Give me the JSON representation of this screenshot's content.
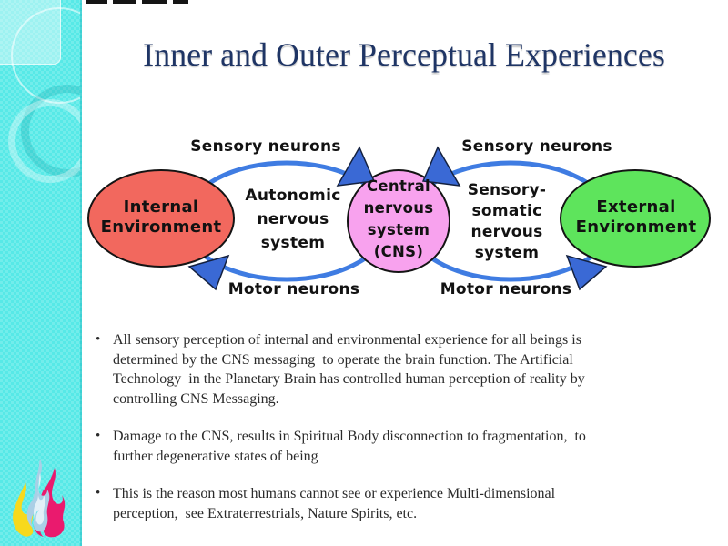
{
  "slide": {
    "title": "Inner and Outer Perceptual Experiences",
    "bullets": [
      {
        "lines": [
          "All sensory perception of internal and environmental experience for all beings is",
          "determined by the CNS messaging  to operate the brain function. The Artificial",
          "Technology  in the Planetary Brain has controlled human perception of reality by",
          "controlling CNS Messaging."
        ]
      },
      {
        "lines": [
          "Damage to the CNS, results in Spiritual Body disconnection to fragmentation,  to",
          "further degenerative states of being"
        ]
      },
      {
        "lines": [
          "This is the reason most humans cannot see or experience Multi-dimensional",
          "perception,  see Extraterrestrials, Nature Spirits, etc."
        ]
      }
    ]
  },
  "diagram": {
    "sensory_left": "Sensory neurons",
    "sensory_right": "Sensory neurons",
    "motor_left": "Motor neurons",
    "motor_right": "Motor neurons",
    "autonomic": "Autonomic nervous system",
    "sensory_somatic": "Sensory-somatic nervous system",
    "internal_env": "Internal Environment",
    "external_env": "External Environment",
    "cns": "Central nervous system (CNS)"
  },
  "theme": {
    "c_sidebar": "#57e9e7",
    "c_title": "#1f3565",
    "c_text": "#2b2b2b",
    "c_red": "#f2685e",
    "c_green": "#5ee45c",
    "c_pink": "#f8a2ee",
    "c_arc": "#3f7ce2",
    "c_arrow": "#3a69d5",
    "c_flame_yellow": "#f7d91c",
    "c_flame_magenta": "#ea1a6e",
    "c_flame_blue": "#aacfe6",
    "c_flame_blue_light": "#e2f0f8"
  }
}
